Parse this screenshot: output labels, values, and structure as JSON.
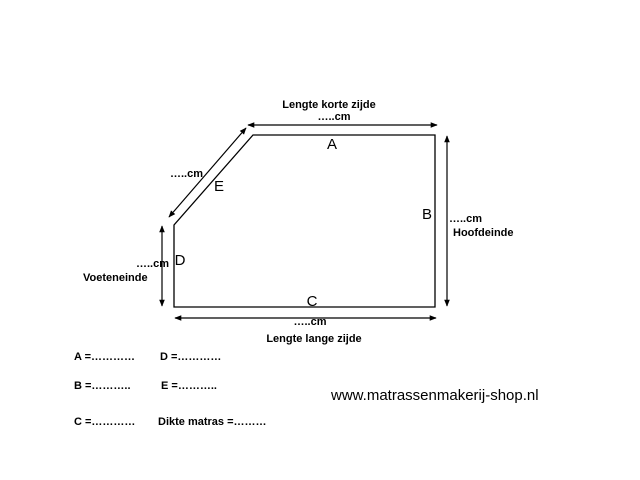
{
  "edges": {
    "A": "A",
    "B": "B",
    "C": "C",
    "D": "D",
    "E": "E"
  },
  "dimensions": {
    "top_title": "Lengte korte zijde",
    "top_value": "…..cm",
    "right_value": "…..cm",
    "right_title": "Hoofdeinde",
    "bottom_value": "…..cm",
    "bottom_title": "Lengte lange zijde",
    "left_value": "…..cm",
    "left_title": "Voeteneinde",
    "diag_value": "…..cm"
  },
  "form": {
    "a": "A =…………",
    "d": "D =…………",
    "b": "B =………..",
    "e": "E =………..",
    "c": "C =…………",
    "dikte": "Dikte matras =………"
  },
  "website": "www.matrassenmakerij-shop.nl"
}
